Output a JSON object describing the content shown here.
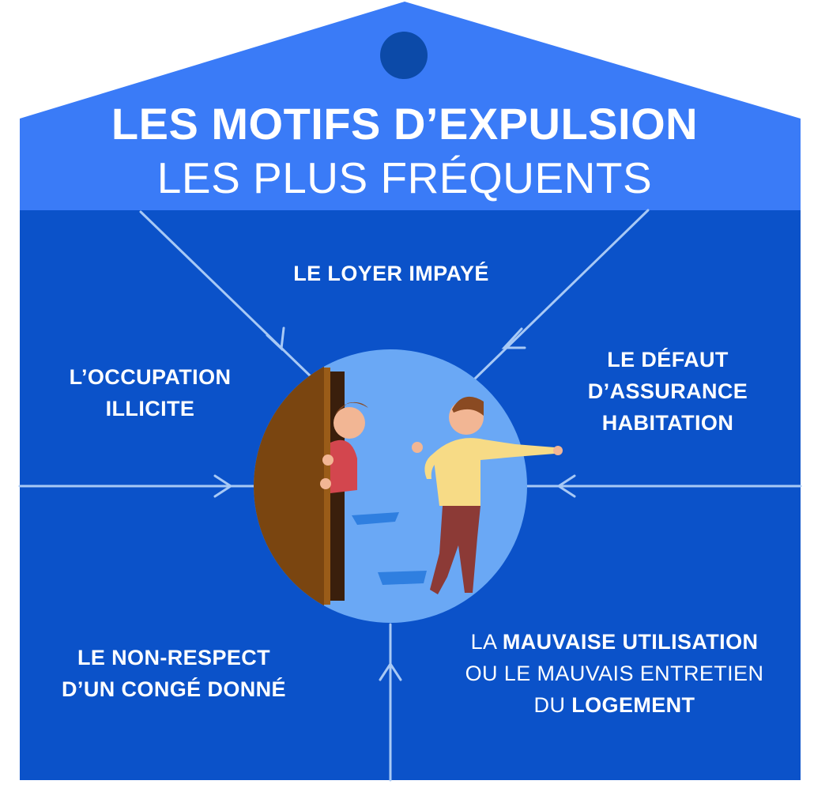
{
  "title": {
    "line1": "LES MOTIFS D’EXPULSION",
    "line2": "LES PLUS FRÉQUENTS"
  },
  "reasons": {
    "loyer": "LE LOYER IMPAYÉ",
    "occupation": [
      "L’OCCUPATION",
      "ILLICITE"
    ],
    "assurance": [
      "LE DÉFAUT",
      "D’ASSURANCE",
      "HABITATION"
    ],
    "conge": [
      "LE NON-RESPECT",
      "D’UN CONGÉ DONNÉ"
    ],
    "mauvaise": {
      "l1a": "LA ",
      "l1b": "MAUVAISE UTILISATION",
      "l2": "OU LE MAUVAIS ENTRETIEN",
      "l3a": "DU ",
      "l3b": "LOGEMENT"
    }
  },
  "colors": {
    "roof": "#3a7bf7",
    "body": "#0b52c9",
    "roof_dot": "#0c4aa8",
    "circle": "#6aa8f5",
    "arrow": "#a8c9f5",
    "text": "#ffffff"
  }
}
